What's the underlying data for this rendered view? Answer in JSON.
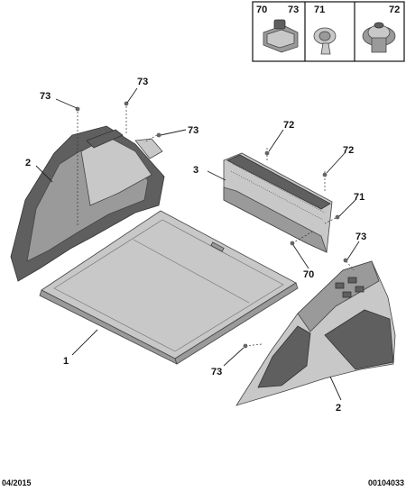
{
  "inset": {
    "labels": [
      "70",
      "73",
      "71",
      "72"
    ]
  },
  "callouts": {
    "c73_a": "73",
    "c73_b": "73",
    "c73_c": "73",
    "c2_left": "2",
    "c72_a": "72",
    "c3": "3",
    "c72_b": "72",
    "c71": "71",
    "c73_d": "73",
    "c70": "70",
    "c1": "1",
    "c73_e": "73",
    "c2_right": "2"
  },
  "footer": {
    "date": "04/2015",
    "reference": "00104033"
  }
}
